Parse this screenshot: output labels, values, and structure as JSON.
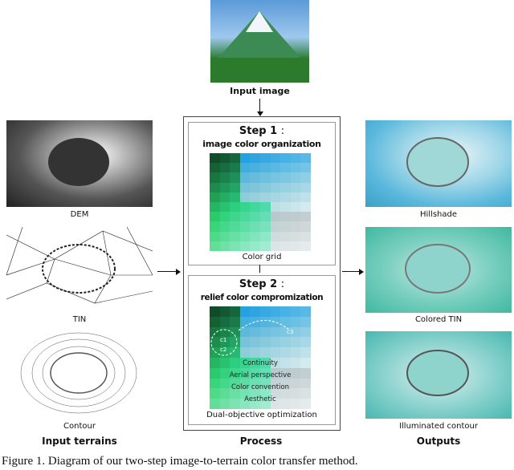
{
  "input_image": {
    "label": "Input image"
  },
  "inputs": {
    "heading": "Input terrains",
    "dem": "DEM",
    "tin": "TIN",
    "contour": "Contour"
  },
  "process": {
    "heading": "Process",
    "step1": {
      "title": "Step 1",
      "colon": ":",
      "subtitle": "image color organization",
      "caption": "Color grid"
    },
    "step2": {
      "title": "Step 2",
      "colon": ":",
      "subtitle": "relief color compromization",
      "caption": "Dual-objective optimization",
      "objectives": [
        "Continuity",
        "Aerial perspective",
        "Color convention",
        "Aesthetic"
      ],
      "points": [
        "c1",
        "c2",
        "c3"
      ]
    }
  },
  "outputs": {
    "heading": "Outputs",
    "hillshade": "Hillshade",
    "colored_tin": "Colored TIN",
    "illuminated": "Illuminated contour"
  },
  "caption": "Figure 1. Diagram of our two-step image-to-terrain color transfer method."
}
